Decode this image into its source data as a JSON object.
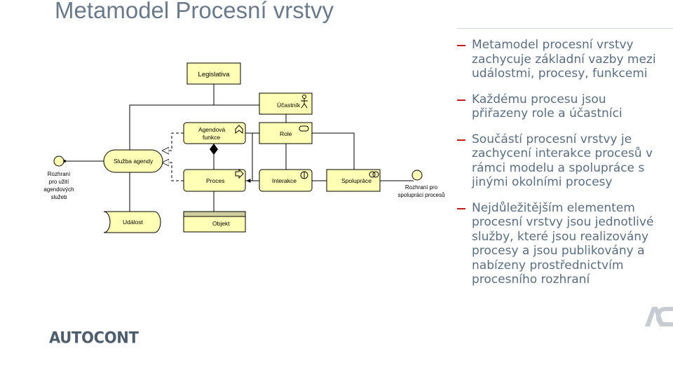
{
  "slide": {
    "title": "Metamodel Procesní vrstvy",
    "brand": "AUTOCONT"
  },
  "diagram": {
    "legislativa": "Legislativa",
    "ucastnik": "Účastník",
    "agendova_funkce_line1": "Agendová",
    "agendova_funkce_line2": "funkce",
    "role": "Role",
    "sluzba_agendy": "Služba agendy",
    "proces": "Proces",
    "interakce": "Interakce",
    "spoluprace": "Spolupráce",
    "rozhrani_left_line1": "Rozhraní",
    "rozhrani_left_line2": "pro užití",
    "rozhrani_left_line3": "agendových",
    "rozhrani_left_line4": "služeb",
    "rozhrani_right_line1": "Rozhraní pro",
    "rozhrani_right_line2": "spolupráci procesů",
    "udalost": "Událost",
    "objekt": "Objekt",
    "colors": {
      "fill": "#ffffb5",
      "border": "#000000",
      "business_object_header": "#cfcfa0"
    }
  },
  "bullets": [
    {
      "line1": "Metamodel procesní vrstvy",
      "line2": "zachycuje základní vazby mezi",
      "line3": "událostmi, procesy, funkcemi"
    },
    {
      "line1": "Každému procesu jsou",
      "line2": "přiřazeny role a účastníci"
    },
    {
      "line1": "Součástí procesní vrstvy je",
      "line2": "zachycení interakce procesů v",
      "line3": "rámci modelu a spolupráce s",
      "line4": "jinými okolními procesy"
    },
    {
      "line1": "Nejdůležitějším elementem",
      "line2": "procesní vrstvy jsou jednotlivé",
      "line3": "služby, které jsou realizovány",
      "line4": "procesy a jsou publikovány a",
      "line5": "nabízeny prostřednictvím",
      "line6": "procesního rozhraní"
    }
  ],
  "theme": {
    "accent": "#c41b1b",
    "text": "#5b6e80",
    "title": "#6b7a8a"
  }
}
